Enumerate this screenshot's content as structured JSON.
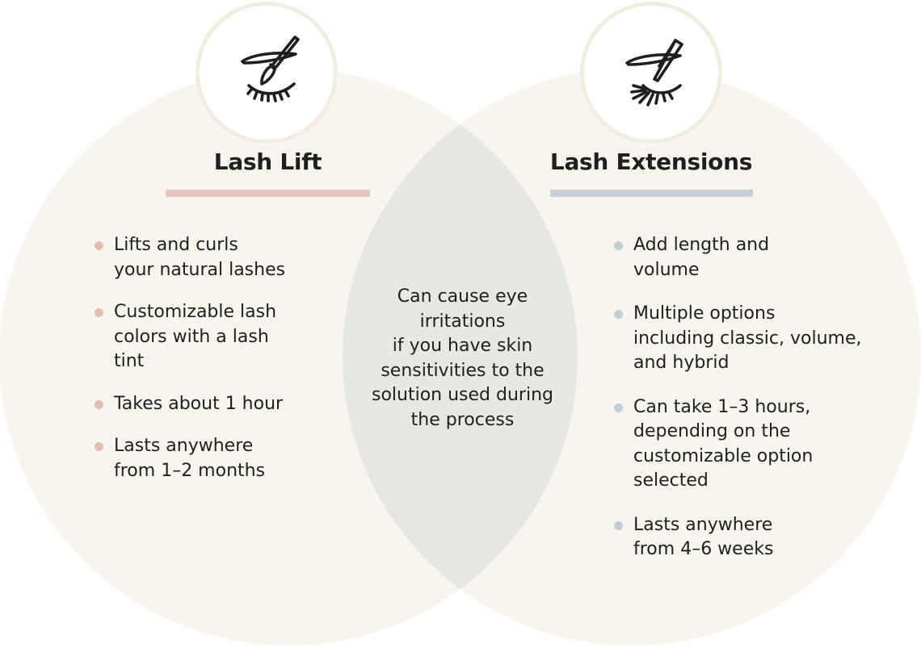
{
  "colors": {
    "page_background": "#ffffff",
    "circle_fill": "#f8f5ee",
    "overlap_fill": "#e6e9e2",
    "badge_border": "#f2ede0",
    "left_accent": "#e6c6bf",
    "left_dot": "#e2bdb5",
    "right_accent": "#c7d1d7",
    "right_dot": "#c2cdd4",
    "text": "#1f1f1f"
  },
  "left": {
    "icon": "eye-with-brush-icon",
    "title": "Lash Lift",
    "items": [
      "Lifts and curls\nyour natural lashes",
      "Customizable lash\ncolors with a lash\ntint",
      "Takes about 1 hour",
      "Lasts anywhere\nfrom 1–2 months"
    ]
  },
  "right": {
    "icon": "eye-with-tweezers-icon",
    "title": "Lash Extensions",
    "items": [
      "Add length and\nvolume",
      "Multiple options\nincluding classic, volume,\nand hybrid",
      "Can take 1–3 hours,\ndepending on the\ncustomizable option\nselected",
      "Lasts anywhere\nfrom 4–6 weeks"
    ]
  },
  "overlap": {
    "text": "Can cause eye\nirritations\nif you have skin\nsensitivities to the\nsolution used during\nthe process"
  }
}
